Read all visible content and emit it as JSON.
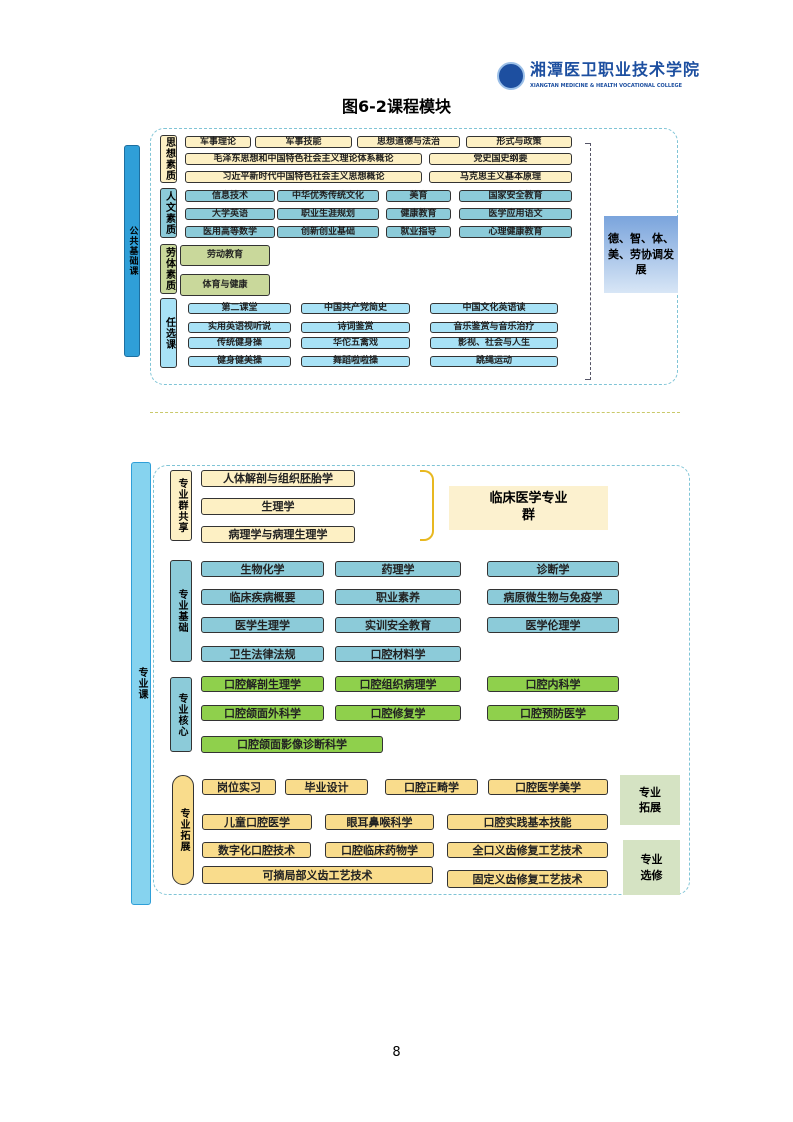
{
  "header": {
    "logo_text": "湘潭医卫职业技术学院",
    "logo_subtext": "XIANGTAN MEDICINE & HEALTH VOCATIONAL COLLEGE",
    "logo_color": "#1d4fa0"
  },
  "title": "图6-2课程模块",
  "page_number": "8",
  "public": {
    "label": "公共基础课",
    "outcome": "德、智、体、美、劳协调发展",
    "groups": [
      {
        "label": "思想素质",
        "rows": [
          [
            "军事理论",
            "军事技能",
            "思想道德与法治",
            "形式与政策"
          ],
          [
            "毛泽东思想和中国特色社会主义理论体系概论",
            "党史国史纲要"
          ],
          [
            "习近平新时代中国特色社会主义思想概论",
            "马克思主义基本原理"
          ]
        ]
      },
      {
        "label": "人文素质",
        "rows": [
          [
            "信息技术",
            "中华优秀传统文化",
            "美育",
            "国家安全教育"
          ],
          [
            "大学英语",
            "职业生涯规划",
            "健康教育",
            "医学应用语文"
          ],
          [
            "医用高等数学",
            "创新创业基础",
            "就业指导",
            "心理健康教育"
          ]
        ]
      },
      {
        "label": "劳体素质",
        "rows": [
          [
            "劳动教育"
          ],
          [
            "体育与健康"
          ]
        ]
      },
      {
        "label": "任选课",
        "rows": [
          [
            "第二课堂",
            "中国共产党简史",
            "中国文化英语读"
          ],
          [
            "实用英语视听说",
            "诗词鉴赏",
            "音乐鉴赏与音乐治疗"
          ],
          [
            "传统健身操",
            "华佗五禽戏",
            "影视、社会与人生"
          ],
          [
            "健身健美操",
            "舞蹈啦啦操",
            "跳绳运动"
          ]
        ]
      }
    ]
  },
  "professional": {
    "label": "专业课",
    "cluster": "临床医学专业群",
    "extension_tag": "专业拓展",
    "elective_tag": "专业选修",
    "groups": [
      {
        "label": "专业群共享",
        "rows": [
          [
            "人体解剖与组织胚胎学"
          ],
          [
            "生理学"
          ],
          [
            "病理学与病理生理学"
          ]
        ]
      },
      {
        "label": "专业基础",
        "rows": [
          [
            "生物化学",
            "药理学",
            "诊断学"
          ],
          [
            "临床疾病概要",
            "职业素养",
            "病原微生物与免疫学"
          ],
          [
            "医学生理学",
            "实训安全教育",
            "医学伦理学"
          ],
          [
            "卫生法律法规",
            "口腔材料学"
          ]
        ]
      },
      {
        "label": "专业核心",
        "rows": [
          [
            "口腔解剖生理学",
            "口腔组织病理学",
            "口腔内科学"
          ],
          [
            "口腔颌面外科学",
            "口腔修复学",
            "口腔预防医学"
          ],
          [
            "口腔颌面影像诊断科学"
          ]
        ]
      },
      {
        "label": "专业拓展",
        "rows": [
          [
            "岗位实习",
            "毕业设计",
            "口腔正畸学",
            "口腔医学美学"
          ],
          [
            "儿童口腔医学",
            "眼耳鼻喉科学",
            "口腔实践基本技能"
          ],
          [
            "数字化口腔技术",
            "口腔临床药物学",
            "全口义齿修复工艺技术"
          ],
          [
            "可摘局部义齿工艺技术",
            "固定义齿修复工艺技术"
          ]
        ]
      }
    ]
  },
  "colors": {
    "yellow": "#fdf0c4",
    "blue": "#8ccbd9",
    "light_blue": "#a8e2f6",
    "olive": "#c9d89b",
    "green": "#8fd04c",
    "gold": "#f9dc8c",
    "public_bar": "#2f9fd8",
    "pro_bar": "#86d3ef"
  }
}
